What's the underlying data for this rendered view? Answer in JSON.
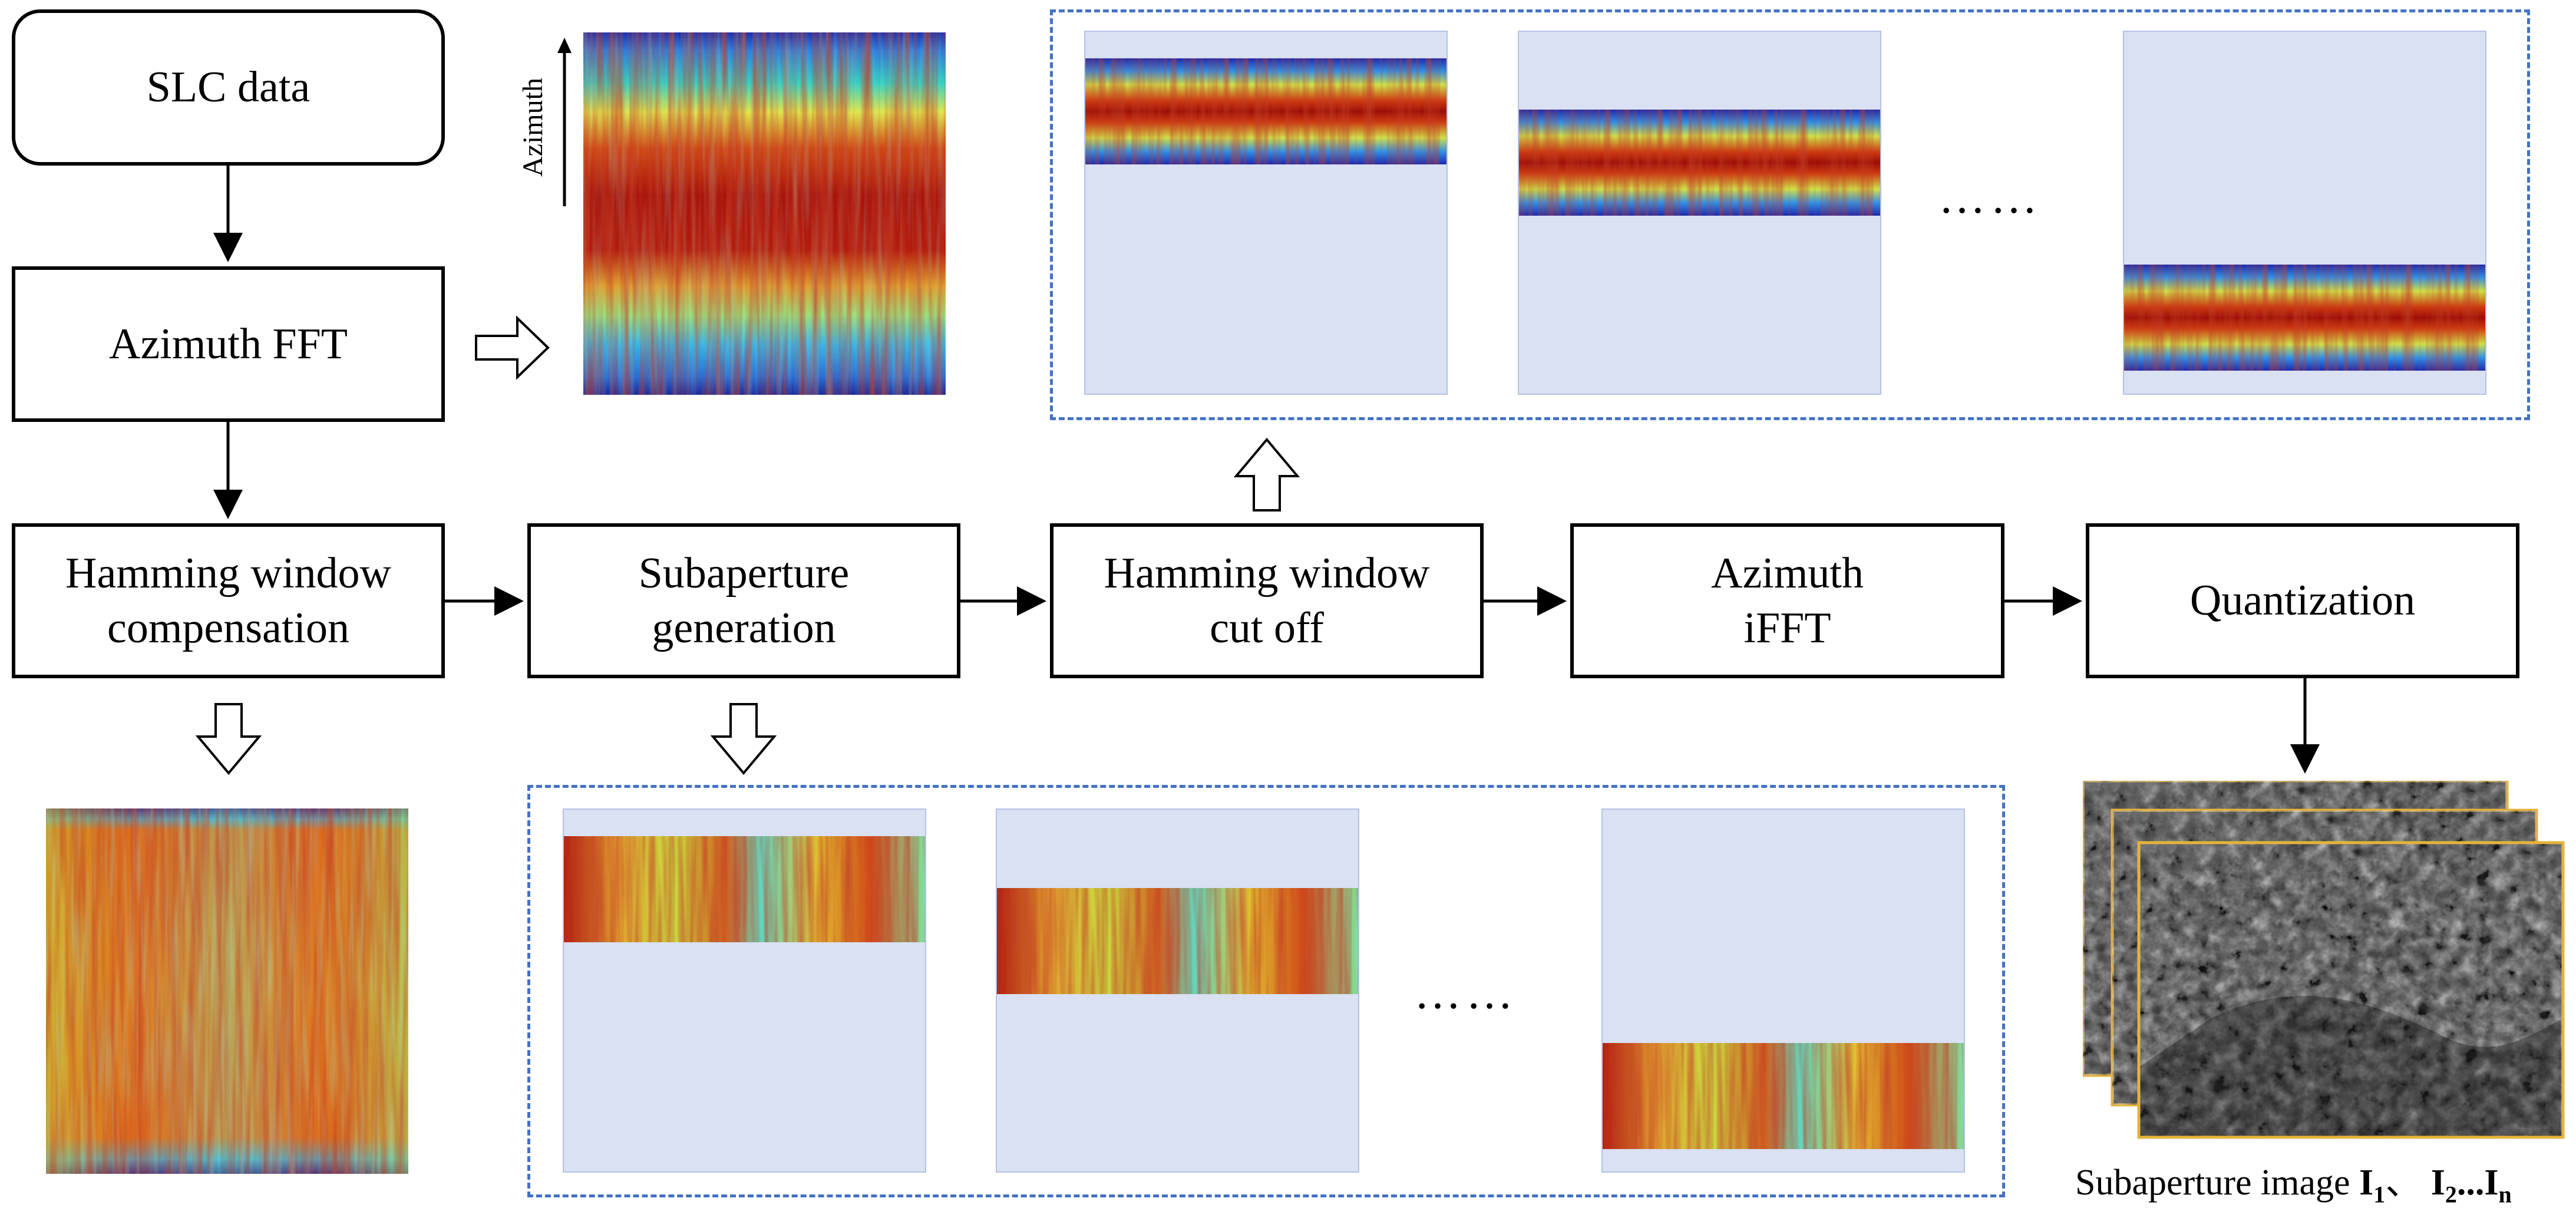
{
  "nodes": {
    "slc": "SLC data",
    "azimuth_fft": "Azimuth FFT",
    "hamming_comp": [
      "Hamming window",
      "compensation"
    ],
    "subaperture_gen": [
      "Subaperture",
      "generation"
    ],
    "hamming_cut": [
      "Hamming window",
      "cut off"
    ],
    "azimuth_ifft": [
      "Azimuth",
      "iFFT"
    ],
    "quantization": "Quantization"
  },
  "spectrum": {
    "axis_label": "Azimuth"
  },
  "ellipsis_top": "……",
  "ellipsis_bottom": "……",
  "output": {
    "caption_prefix": "Subaperture image ",
    "caption_i1": "I",
    "caption_sub1": "1",
    "caption_sep": "、 ",
    "caption_i2": "I",
    "caption_sub2": "2",
    "caption_dots": "...",
    "caption_in": "I",
    "caption_subn": "n"
  },
  "colors": {
    "dashed_border": "#4472c4",
    "panel_fill": "#d9e1f2",
    "frame_border": "#e6b33a"
  },
  "icons": [
    "arrow-right-icon",
    "arrow-down-icon",
    "arrow-up-icon",
    "hollow-arrow-icon"
  ]
}
